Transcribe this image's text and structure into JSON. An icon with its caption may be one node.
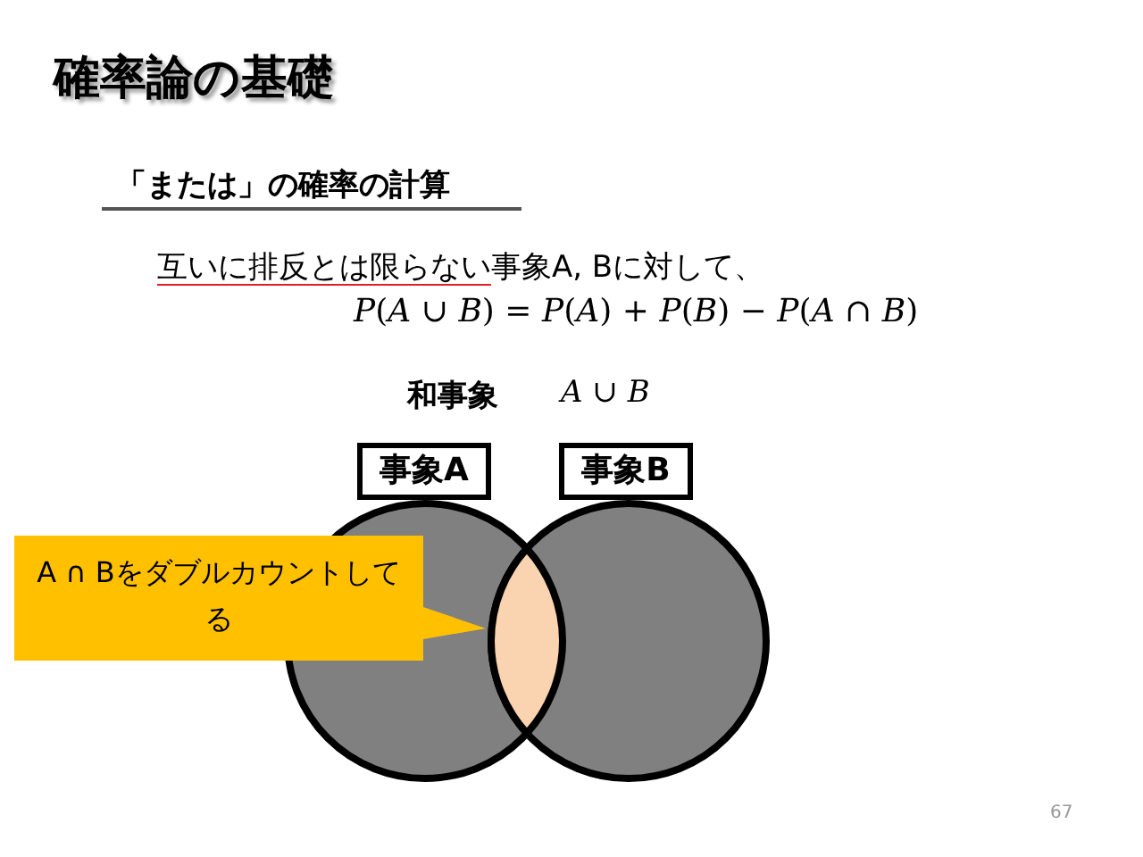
{
  "diagram": {
    "title": "確率論の基礎",
    "nodes": [
      {
        "text": [
          "事象A"
        ]
      },
      {
        "text": [
          "事象B"
        ]
      },
      {
        "text": [
          "A ∩ Bをダブルカウントしてる"
        ]
      }
    ],
    "labels": [
      "「または」の確率の計算",
      "互いに排反とは限らない",
      "事象A, Bに対して、",
      "*P*(*A* ∪ *B*) = *P*(*A*) + *P*(*B*) − *P*(*A* ∩ *B*)",
      "和事象",
      "*A* ∪ *B*",
      "67"
    ]
  }
}
